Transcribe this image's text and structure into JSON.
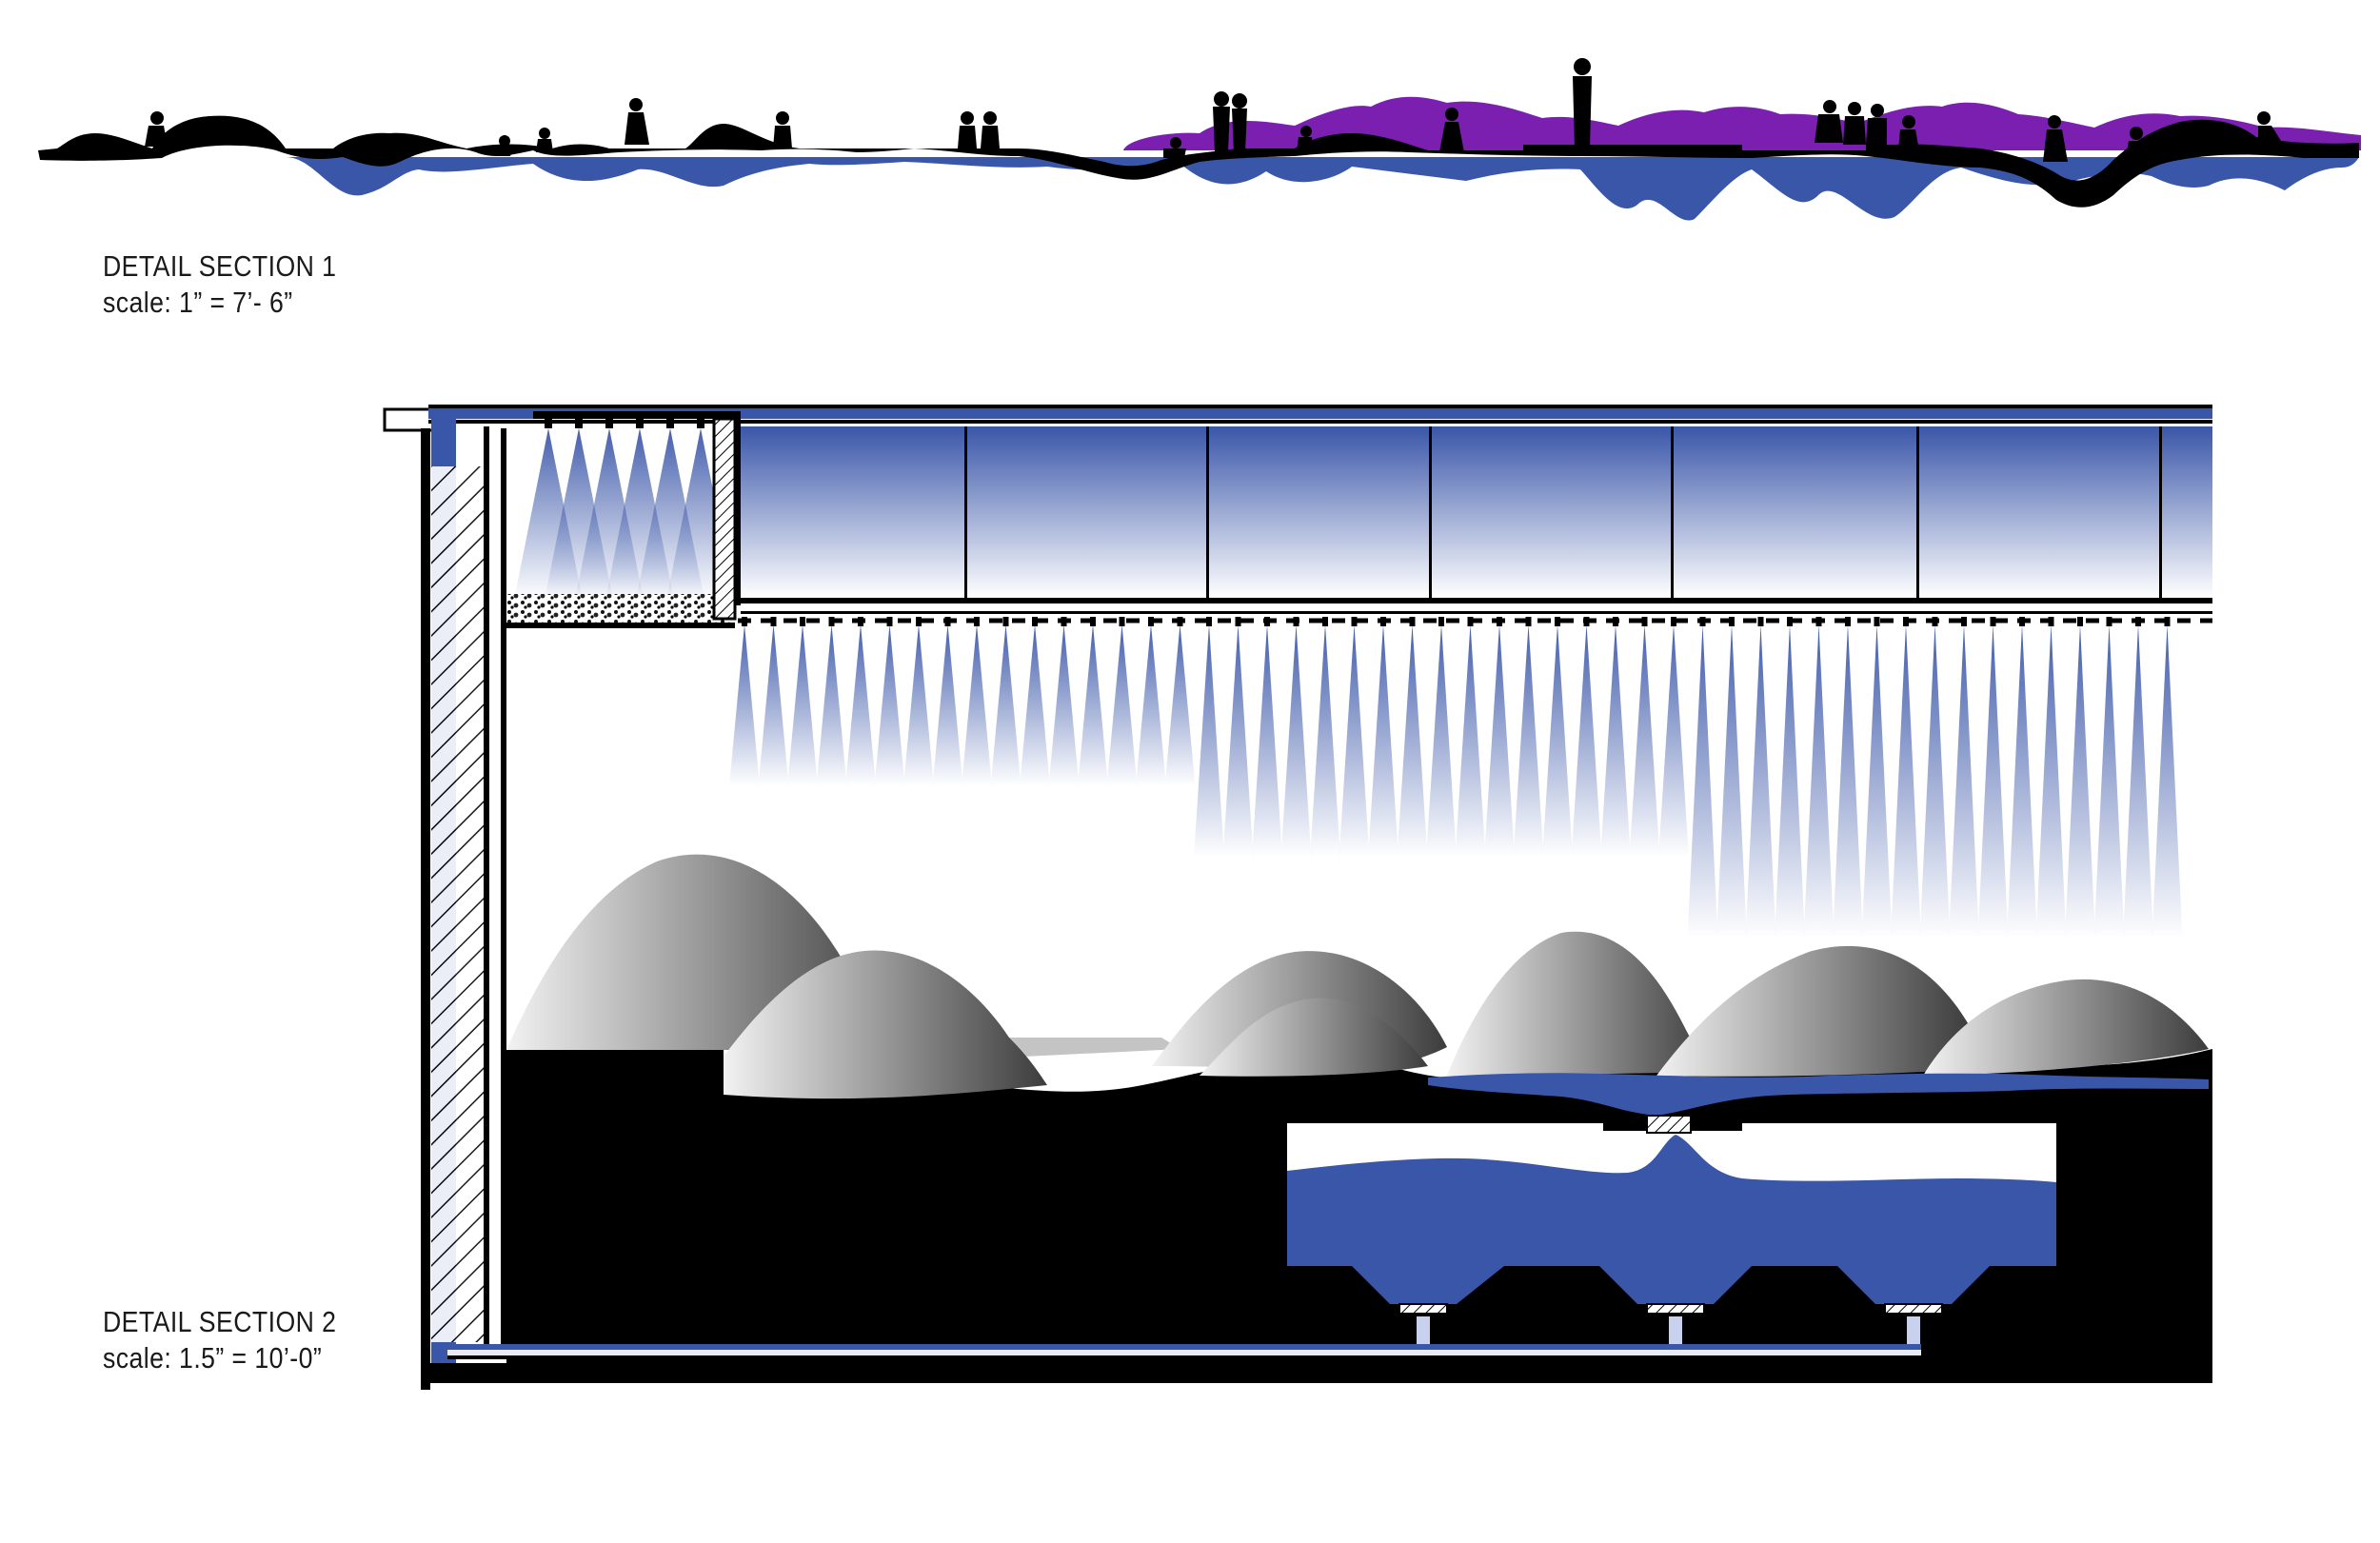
{
  "detail_section_1": {
    "title": "DETAIL SECTION 1",
    "scale": "scale: 1” = 7’- 6”"
  },
  "detail_section_2": {
    "title": "DETAIL SECTION 2",
    "scale": "scale: 1.5” = 10’-0”"
  },
  "colors": {
    "water_blue": "#3a56a8",
    "mist_purple": "#7a1fb0",
    "ground_black": "#000000",
    "mound_light": "#f2f2f2",
    "mound_dark": "#4a4a4a",
    "mist_top": "#3a56a8"
  }
}
